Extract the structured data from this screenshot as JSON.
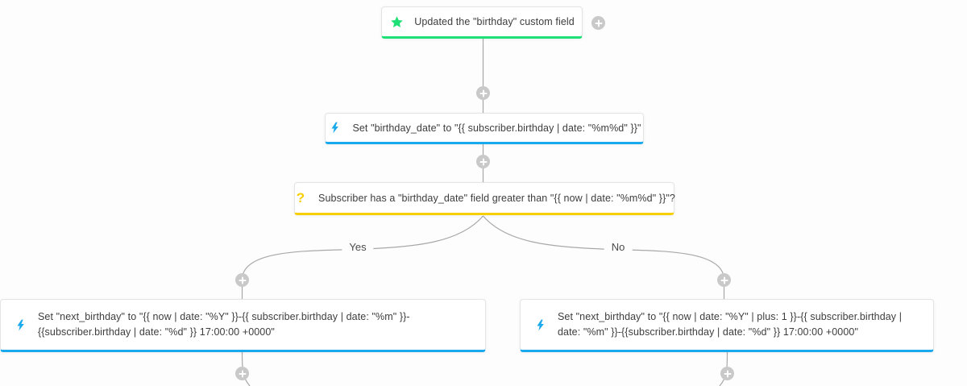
{
  "flow": {
    "trigger": {
      "label": "Updated the \"birthday\" custom field",
      "icon": "star-icon",
      "accent": "#1fe077"
    },
    "action_set_birthday_date": {
      "label": "Set \"birthday_date\" to \"{{ subscriber.birthday | date: \"%m%d\" }}\"",
      "icon": "bolt-icon",
      "accent": "#19a9ec"
    },
    "condition": {
      "label": "Subscriber has a \"birthday_date\" field greater than \"{{ now | date: \"%m%d\" }}\"?",
      "icon": "question-icon",
      "icon_glyph": "?",
      "accent": "#f7cf00"
    },
    "action_yes_branch": {
      "label": "Set \"next_birthday\" to \"{{ now | date: \"%Y\" }}-{{ subscriber.birthday | date: \"%m\" }}-{{subscriber.birthday | date: \"%d\" }} 17:00:00 +0000\"",
      "icon": "bolt-icon",
      "accent": "#19a9ec"
    },
    "action_no_branch": {
      "label": "Set \"next_birthday\" to \"{{ now | date: \"%Y\" | plus: 1 }}-{{ subscriber.birthday | date: \"%m\" }}-{{subscriber.birthday | date: \"%d\" }} 17:00:00 +0000\"",
      "icon": "bolt-icon",
      "accent": "#19a9ec"
    },
    "branch_labels": {
      "yes": "Yes",
      "no": "No"
    }
  },
  "colors": {
    "trigger_green": "#1fe077",
    "action_blue": "#19a9ec",
    "condition_yellow": "#f7cf00",
    "connector_gray": "#a8a8a8",
    "plus_gray": "#c9c9c9",
    "text": "#3d3d3d",
    "canvas_bg": "#fdfdfd"
  }
}
